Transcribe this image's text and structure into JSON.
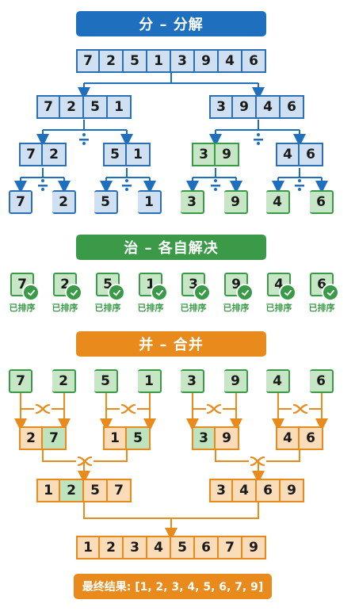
{
  "colors": {
    "divide": "#1f6fbf",
    "conquer": "#3a9a48",
    "merge": "#e88a1c"
  },
  "icons": {
    "split": "divide-icon",
    "done": "check-icon",
    "merge": "shuffle-icon"
  },
  "divide": {
    "banner": "分 – 分解",
    "level0": [
      "7",
      "2",
      "5",
      "1",
      "3",
      "9",
      "4",
      "6"
    ],
    "level1_left": [
      "7",
      "2",
      "5",
      "1"
    ],
    "level1_right": [
      "3",
      "9",
      "4",
      "6"
    ],
    "level2": [
      [
        "7",
        "2"
      ],
      [
        "5",
        "1"
      ],
      [
        "3",
        "9"
      ],
      [
        "4",
        "6"
      ]
    ],
    "level3": [
      "7",
      "2",
      "5",
      "1",
      "3",
      "9",
      "4",
      "6"
    ]
  },
  "conquer": {
    "banner": "治 – 各自解决",
    "items": [
      "7",
      "2",
      "5",
      "1",
      "3",
      "9",
      "4",
      "6"
    ],
    "sorted_label": "已排序"
  },
  "merge": {
    "banner": "并 – 合并",
    "singles": [
      "7",
      "2",
      "5",
      "1",
      "3",
      "9",
      "4",
      "6"
    ],
    "pairs": [
      [
        "2",
        "7"
      ],
      [
        "1",
        "5"
      ],
      [
        "3",
        "9"
      ],
      [
        "4",
        "6"
      ]
    ],
    "quads": [
      [
        "1",
        "2",
        "5",
        "7"
      ],
      [
        "3",
        "4",
        "6",
        "9"
      ]
    ],
    "final": [
      "1",
      "2",
      "3",
      "4",
      "5",
      "6",
      "7",
      "9"
    ]
  },
  "result_text": "最终结果: [1, 2, 3, 4, 5, 6, 7, 9]"
}
